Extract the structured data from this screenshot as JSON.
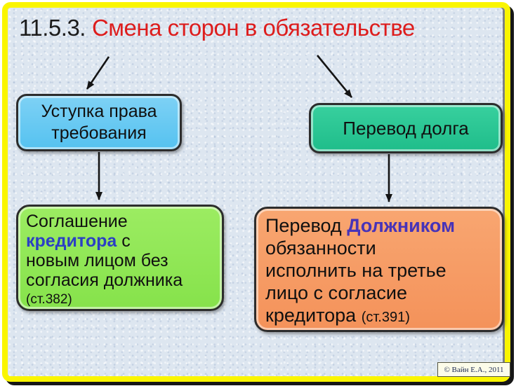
{
  "title": {
    "number": "11.5.3.",
    "text": "Смена сторон в обязательстве"
  },
  "left_branch": {
    "top_box": {
      "line1": "Уступка права",
      "line2": "требования"
    },
    "bottom_box": {
      "line1": "Соглашение",
      "line2_highlight": "кредитора",
      "line2_rest": " с",
      "line3": "новым лицом без",
      "line4": "согласия должника",
      "ref": "(ст.382)"
    }
  },
  "right_branch": {
    "top_box": {
      "label": "Перевод долга"
    },
    "bottom_box": {
      "line1_start": "Перевод ",
      "line1_highlight": "Должником",
      "line2": "обязанности",
      "line3": "исполнить на третье",
      "line4": "лицо с согласие",
      "line5_start": "кредитора ",
      "ref": "(ст.391)"
    }
  },
  "footer": {
    "copyright": "© Вайн Е.А., 2011"
  },
  "colors": {
    "frame_yellow": "#FAF500",
    "background": "#DDE6F0",
    "title_red": "#DD1D1D",
    "text_black": "#101010",
    "box_blue": "#5FC8F3",
    "box_teal": "#2AC593",
    "box_green": "#8FE556",
    "box_orange": "#F69B63",
    "highlight_blue": "#2B3FC4",
    "highlight_purple": "#4733B8",
    "arrow_black": "#141414"
  }
}
